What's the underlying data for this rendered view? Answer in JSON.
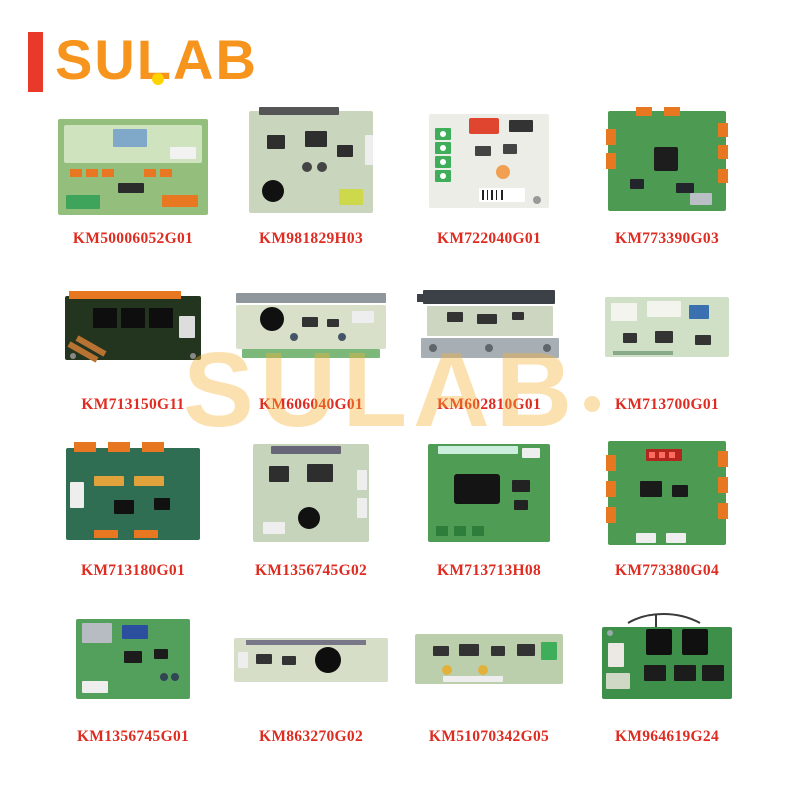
{
  "logo": {
    "text": "SULAB"
  },
  "watermark": {
    "text": "SULAB"
  },
  "colors": {
    "logo_bar": "#E8392B",
    "logo_text": "#F7941D",
    "logo_dot": "#FFD200",
    "watermark": "#F9B233",
    "part_number": "#E02B20",
    "pcb_green": "#4D9B53",
    "connector_orange": "#E87722"
  },
  "products": [
    {
      "part_number": "KM50006052G01",
      "variant": "green_orange_wide"
    },
    {
      "part_number": "KM981829H03",
      "variant": "pale_chips"
    },
    {
      "part_number": "KM722040G01",
      "variant": "white_terminal"
    },
    {
      "part_number": "KM773390G03",
      "variant": "green_orange_square"
    },
    {
      "part_number": "KM713150G11",
      "variant": "dark_relay"
    },
    {
      "part_number": "KM606040G01",
      "variant": "strip_buzzer"
    },
    {
      "part_number": "KM602810G01",
      "variant": "bracket_metal"
    },
    {
      "part_number": "KM713700G01",
      "variant": "pale_connectors"
    },
    {
      "part_number": "KM713180G01",
      "variant": "teal_orange"
    },
    {
      "part_number": "KM1356745G02",
      "variant": "pale_chips2"
    },
    {
      "part_number": "KM713713H08",
      "variant": "green_blackbox"
    },
    {
      "part_number": "KM773380G04",
      "variant": "green_orange_display"
    },
    {
      "part_number": "KM1356745G01",
      "variant": "green_sd"
    },
    {
      "part_number": "KM863270G02",
      "variant": "strip_buzzer2"
    },
    {
      "part_number": "KM51070342G05",
      "variant": "strip_green"
    },
    {
      "part_number": "KM964619G24",
      "variant": "green_transformers"
    }
  ]
}
